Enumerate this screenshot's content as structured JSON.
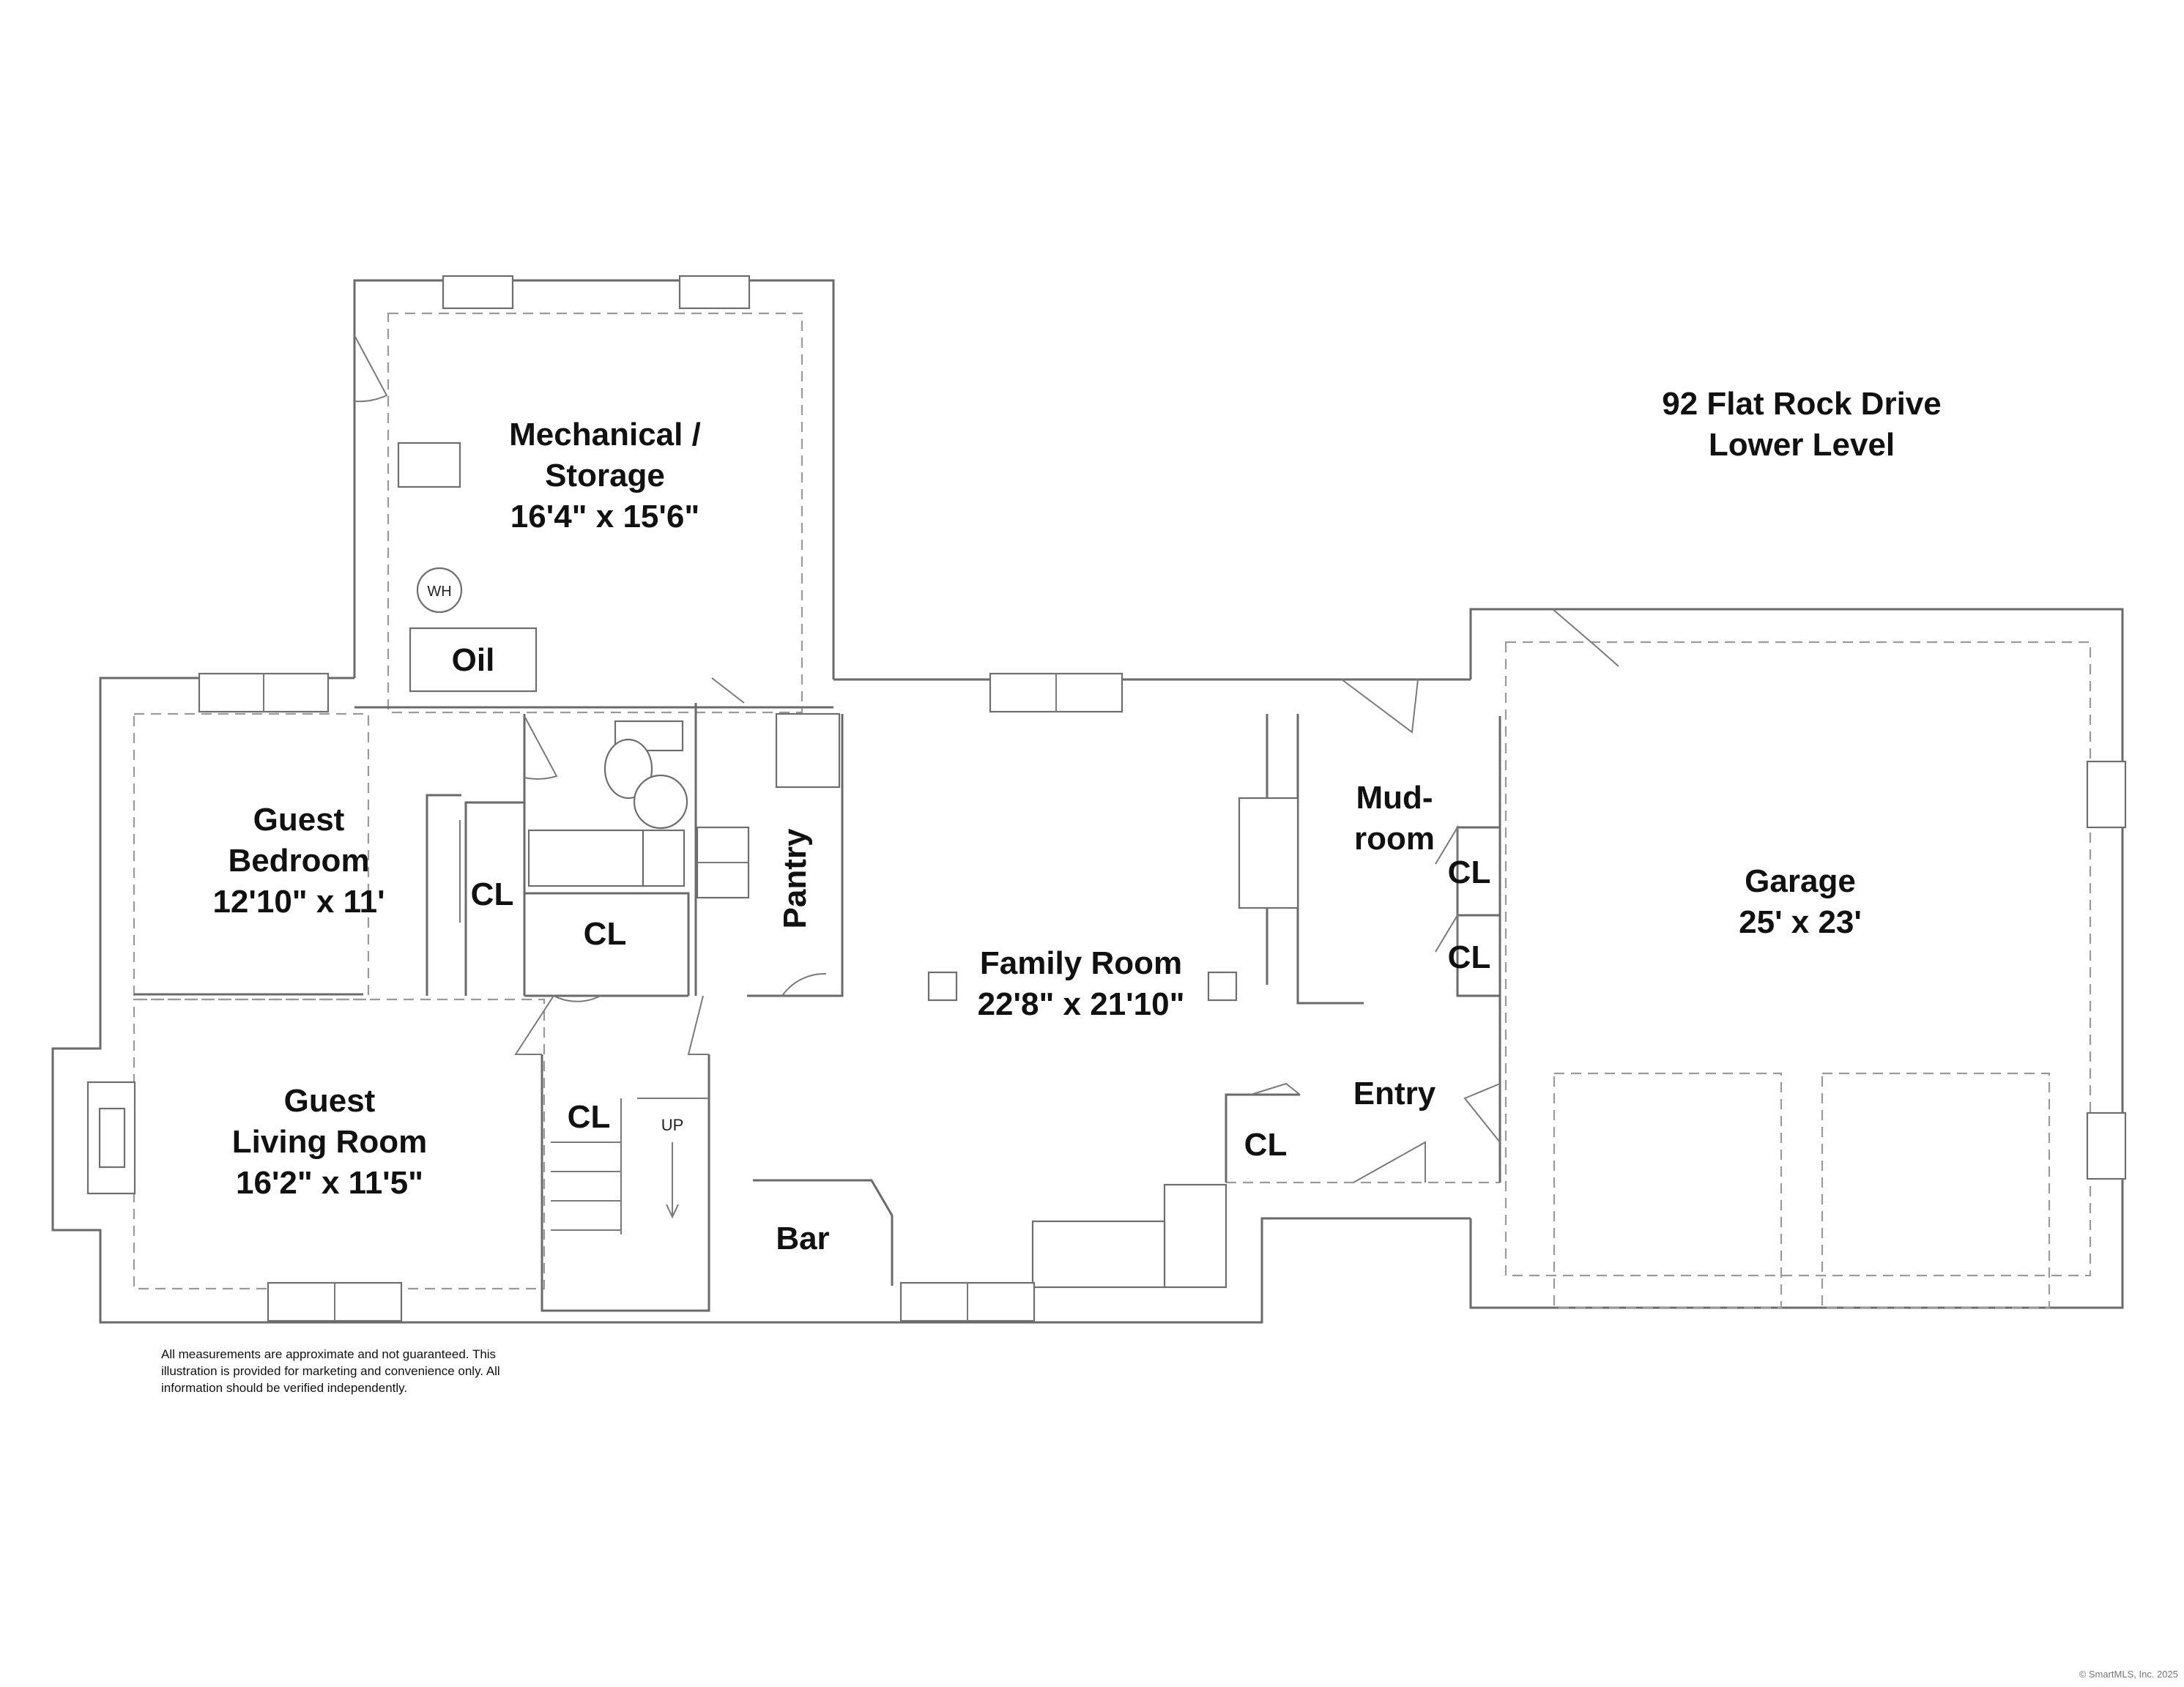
{
  "title": {
    "line1": "92 Flat Rock Drive",
    "line2": "Lower Level"
  },
  "rooms": {
    "mechanical": {
      "name1": "Mechanical /",
      "name2": "Storage",
      "size": "16'4\" x 15'6\""
    },
    "guest_bedroom": {
      "name1": "Guest",
      "name2": "Bedroom",
      "size": "12'10\" x 11'"
    },
    "guest_living": {
      "name1": "Guest",
      "name2": "Living Room",
      "size": "16'2\" x 11'5\""
    },
    "family_room": {
      "name": "Family Room",
      "size": "22'8\" x 21'10\""
    },
    "garage": {
      "name": "Garage",
      "size": "25' x 23'"
    },
    "mudroom": {
      "name1": "Mud-",
      "name2": "room"
    },
    "entry": {
      "name": "Entry"
    },
    "pantry": {
      "name": "Pantry"
    },
    "bar": {
      "name": "Bar"
    },
    "oil": {
      "name": "Oil"
    },
    "wh": {
      "name": "WH"
    },
    "stairs": {
      "name": "UP"
    }
  },
  "closets": {
    "label": "CL"
  },
  "disclaimer": "All measurements are approximate and not guaranteed. This illustration is provided for marketing and convenience only. All information should be verified independently.",
  "copyright": "© SmartMLS, Inc. 2025"
}
